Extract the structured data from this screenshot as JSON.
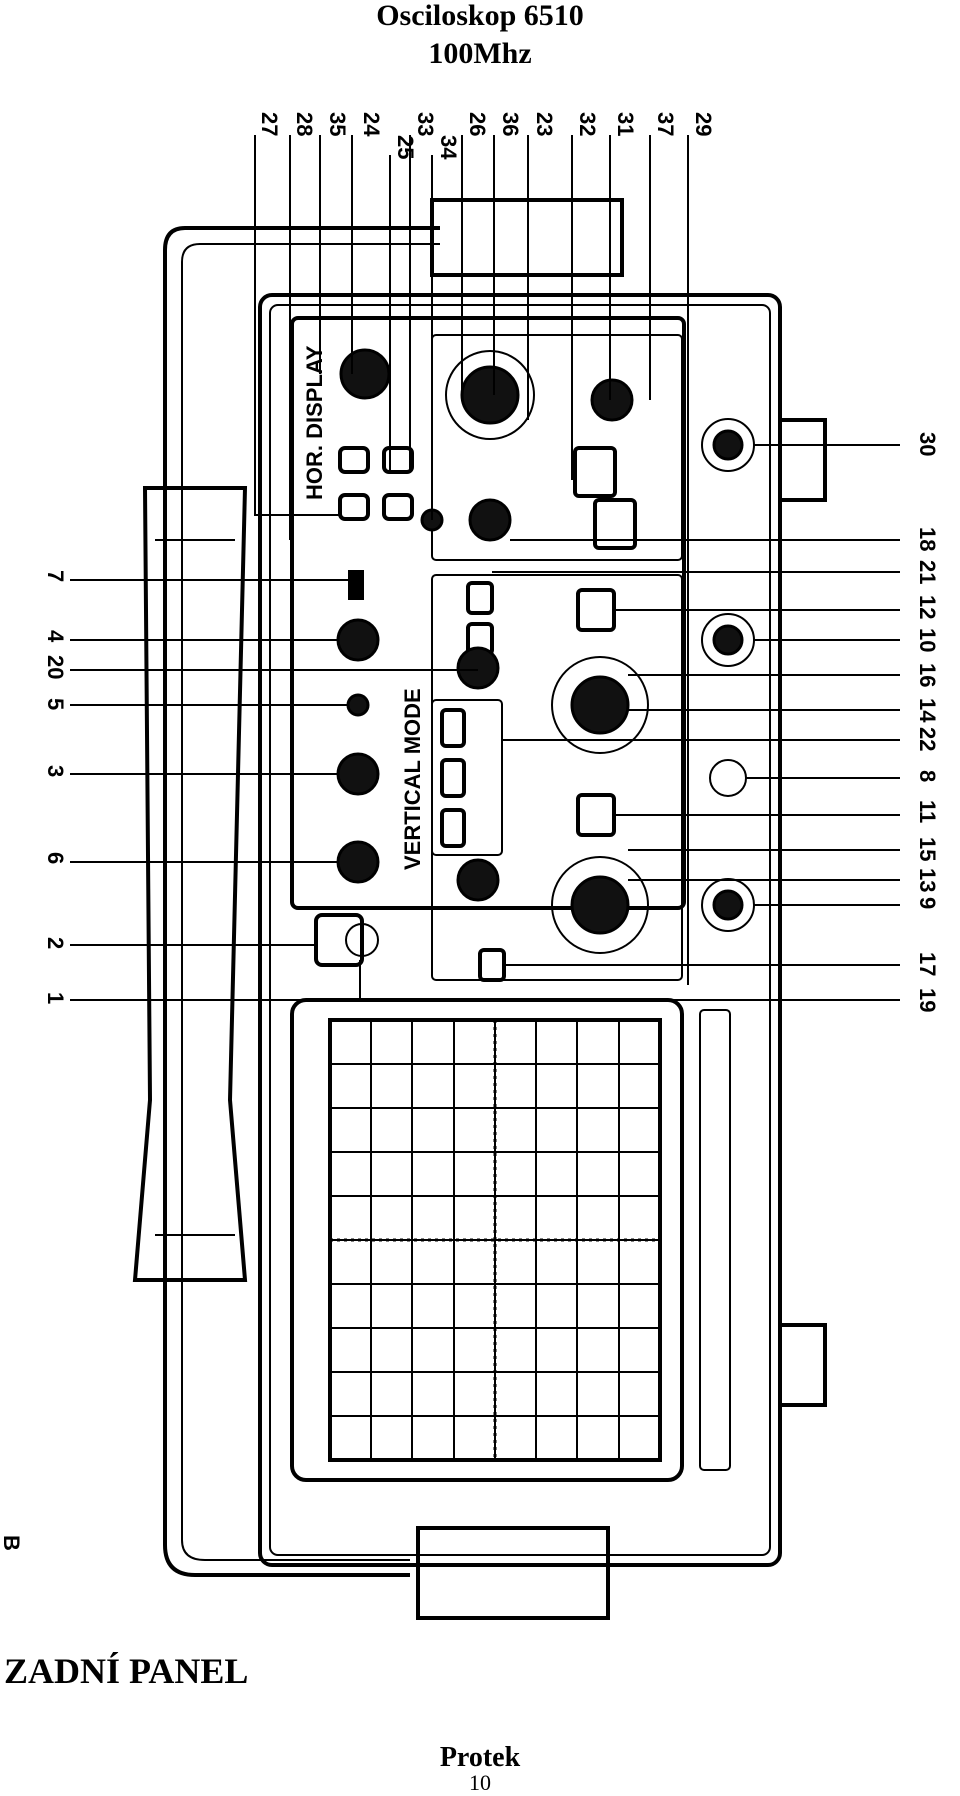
{
  "header": {
    "title": "Osciloskop 6510",
    "subtitle": "100Mhz"
  },
  "diagram": {
    "callouts_top": [
      "27",
      "28",
      "35",
      "24",
      "25",
      "33",
      "34",
      "26",
      "36",
      "23",
      "32",
      "31",
      "37",
      "29"
    ],
    "callouts_left": [
      "7",
      "4",
      "20",
      "5",
      "3",
      "6",
      "2",
      "1"
    ],
    "callouts_right": [
      "30",
      "18",
      "21",
      "12",
      "10",
      "16",
      "14",
      "22",
      "8",
      "11",
      "15",
      "13",
      "9",
      "17",
      "19"
    ],
    "panel_text": {
      "vertical_mode": "VERTICAL MODE",
      "hor_display": "HOR. DISPLAY"
    },
    "figure_marker": "B"
  },
  "footer": {
    "section": "ZADNÍ PANEL",
    "brand": "Protek",
    "page": "10"
  }
}
